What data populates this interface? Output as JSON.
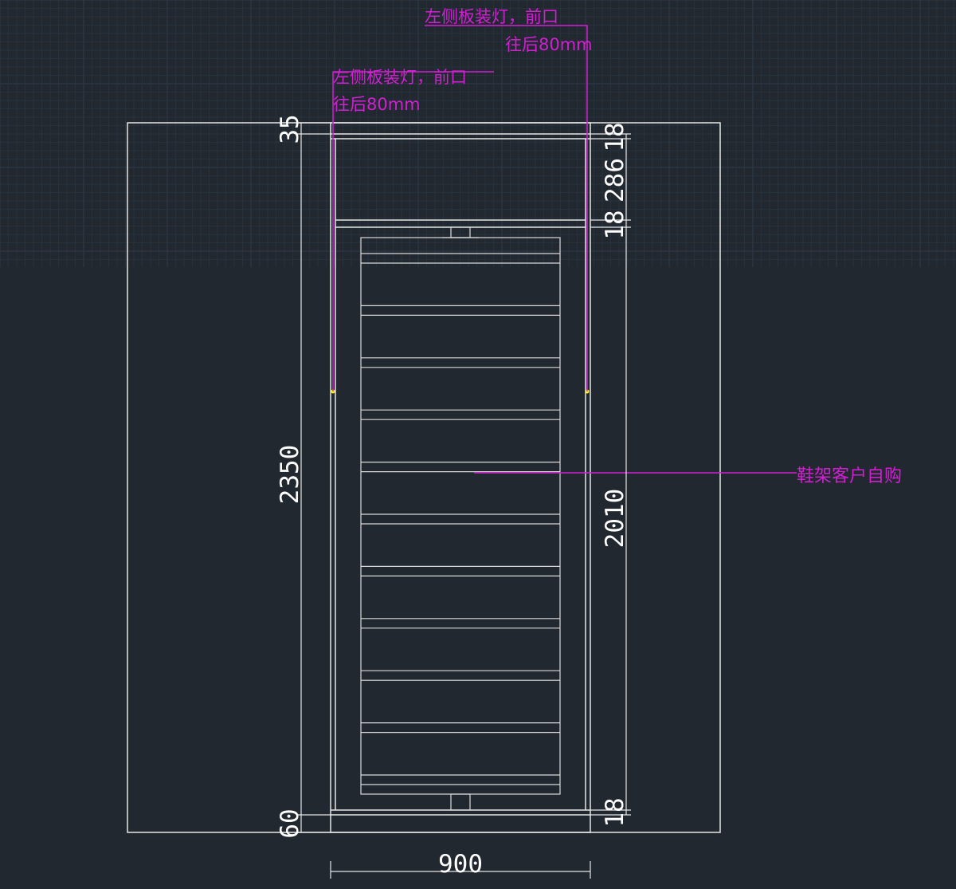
{
  "drawing": {
    "background_color": "#212830",
    "grid_color": "#2f3a47",
    "line_color": "#e6e6e6",
    "note_color": "#d21fd2",
    "marker_color": "#ffff00"
  },
  "dimensions": {
    "top_gap": "35",
    "bottom_gap": "60",
    "total_height": "2350",
    "top_panel": "18",
    "cabinet_space": "286",
    "shelf_panel": "18",
    "inner_height": "2010",
    "bottom_panel": "18",
    "width": "900"
  },
  "annotations": {
    "light_note_right": {
      "line1": "左侧板装灯，前口",
      "line2": "往后80mm"
    },
    "light_note_left": {
      "line1": "左侧板装灯，前口",
      "line2": "往后80mm"
    },
    "shoe_rack_note": "鞋架客户自购"
  },
  "shoe_rack": {
    "shelf_count": 11
  }
}
